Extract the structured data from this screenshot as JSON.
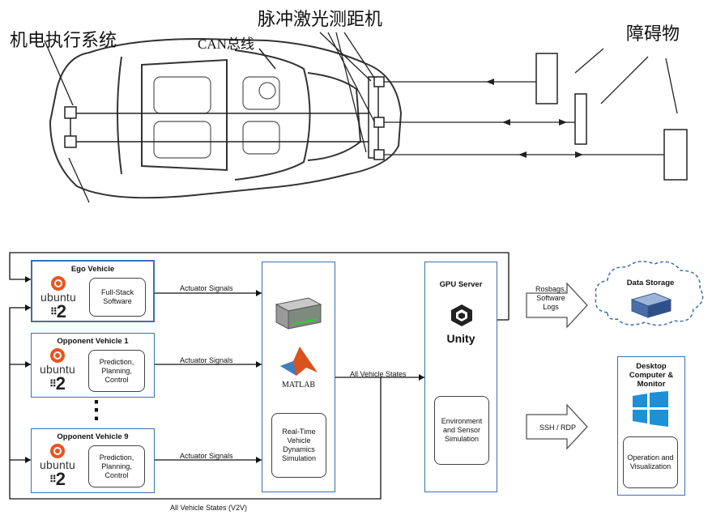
{
  "top_figure": {
    "label_actuator_system": "机电执行系统",
    "label_can_bus": "CAN总线",
    "label_lidar": "脉冲激光测距机",
    "label_obstacles": "障碍物"
  },
  "bottom_figure": {
    "ego_vehicle": {
      "title": "Ego Vehicle",
      "software": "Full-Stack Software",
      "os_word": "ubuntu",
      "os_ver": "2"
    },
    "opponent_1": {
      "title": "Opponent Vehicle 1",
      "software": "Prediction, Planning, Control",
      "os_word": "ubuntu",
      "os_ver": "2"
    },
    "opponent_9": {
      "title": "Opponent Vehicle 9",
      "software": "Prediction, Planning, Control",
      "os_word": "ubuntu",
      "os_ver": "2"
    },
    "ellipsis": "⋮",
    "actuator_signals_1": "Actuator Signals",
    "actuator_signals_2": "Actuator Signals",
    "actuator_signals_3": "Actuator Signals",
    "matlab_label": "MATLAB",
    "dynamics_box": "Real-Time Vehicle Dynamics Simulation",
    "all_vehicle_states": "All Vehicle States",
    "v2v_label": "All Vehicle States (V2V)",
    "gpu_server": "GPU Server",
    "unity_label": "Unity",
    "env_sim": "Environment and Sensor Simulation",
    "rosbags": "Rosbags, Software Logs",
    "data_storage": "Data Storage",
    "desktop_title": "Desktop Computer & Monitor",
    "ssh_rdp": "SSH / RDP",
    "operation": "Operation and Visualization",
    "colors": {
      "box_border": "#3a6fb0",
      "ubuntu": "#e95420",
      "matlab": "#d9531e",
      "windows": "#1e90d8"
    }
  }
}
